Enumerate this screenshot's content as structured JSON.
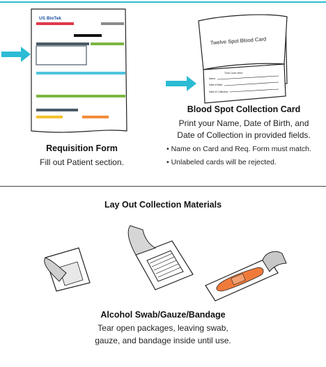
{
  "requisition": {
    "logo_text": "US BioTek",
    "title": "Requisition Form",
    "text": "Fill out Patient section."
  },
  "card": {
    "card_label": "Twelve Spot Blood Card",
    "field_name": "Name",
    "field_dob": "Date of Birth",
    "field_collected": "Date of Collection",
    "tuck_text": "Tuck Cover Here",
    "title": "Blood Spot Collection Card",
    "text_line1": "Print your Name, Date of Birth, and",
    "text_line2": "Date of Collection in provided fields.",
    "bullets": [
      "Name on Card and Req. Form must match.",
      "Unlabeled cards will be rejected."
    ]
  },
  "materials": {
    "heading": "Lay Out Collection Materials",
    "title": "Alcohol Swab/Gauze/Bandage",
    "text_line1": "Tear open packages, leaving swab,",
    "text_line2": "gauze, and bandage inside until use."
  },
  "colors": {
    "accent": "#2bbbd4",
    "red": "#e03a4a",
    "green": "#7cb642",
    "orange": "#f28c3a",
    "yellow": "#f5c12e",
    "slate": "#4a5b66",
    "bandage": "#f07a3a"
  }
}
